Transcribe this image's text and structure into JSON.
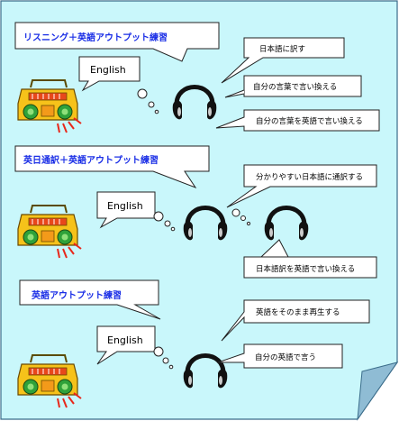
{
  "colors": {
    "paper": "#c9f7fb",
    "paper_border": "#3a6c8a",
    "fold": "#8fbcd4",
    "heading_text": "#1a2ee6",
    "bubble_fill": "#ffffff",
    "bubble_stroke": "#222222"
  },
  "icons": [
    "radio-icon",
    "headphones-icon"
  ],
  "sections": [
    {
      "heading": "リスニング＋英語アウトプット練習",
      "speech": "English",
      "callouts": [
        "日本語に訳す",
        "自分の言葉で言い換える",
        "自分の言葉を英語で言い換える"
      ]
    },
    {
      "heading": "英日通訳＋英語アウトプット練習",
      "speech": "English",
      "callouts": [
        "分かりやすい日本語に通訳する",
        "日本語訳を英語で言い換える"
      ]
    },
    {
      "heading": "英語アウトプット練習",
      "speech": "English",
      "callouts": [
        "英語をそのまま再生する",
        "自分の英語で言う"
      ]
    }
  ]
}
